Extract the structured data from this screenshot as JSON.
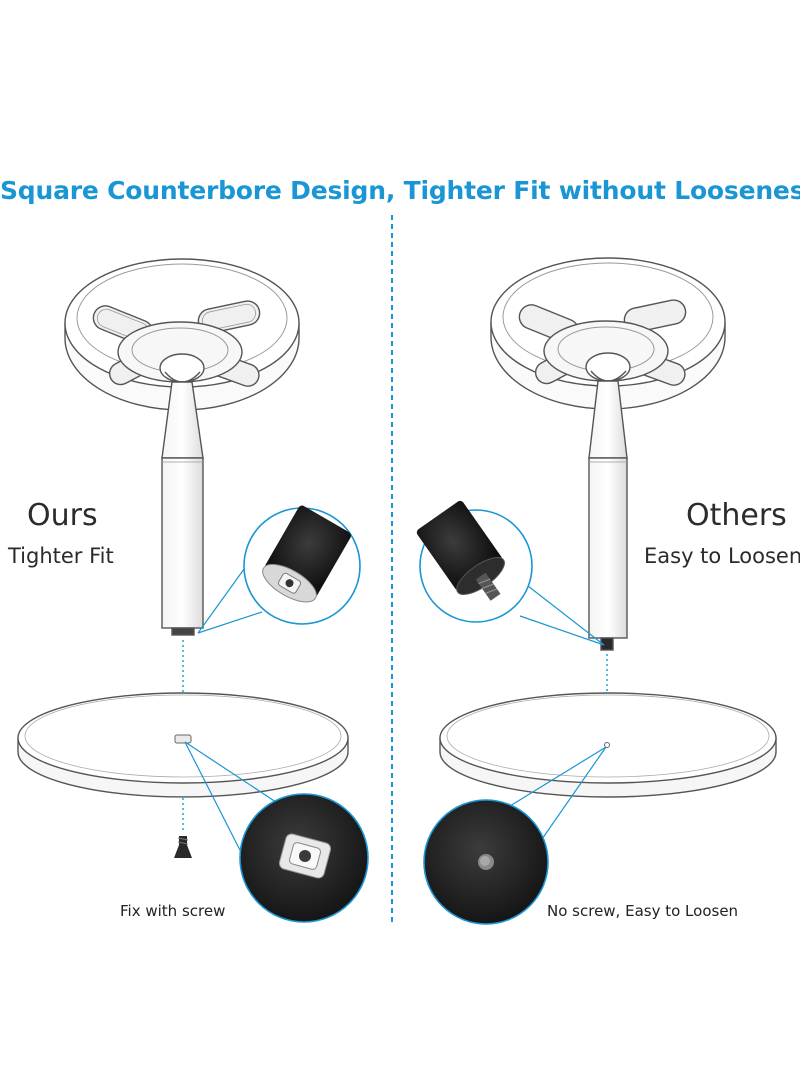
{
  "title": "Square Counterbore Design, Tighter Fit without Looseness",
  "left": {
    "heading": "Ours",
    "subheading": "Tighter Fit",
    "caption": "Fix with screw"
  },
  "right": {
    "heading": "Others",
    "subheading": "Easy to Loosen",
    "caption": "No screw, Easy to Loosen"
  },
  "colors": {
    "accent": "#1a96d4",
    "outline": "#555555",
    "dark_part": "#1e1e1e"
  }
}
